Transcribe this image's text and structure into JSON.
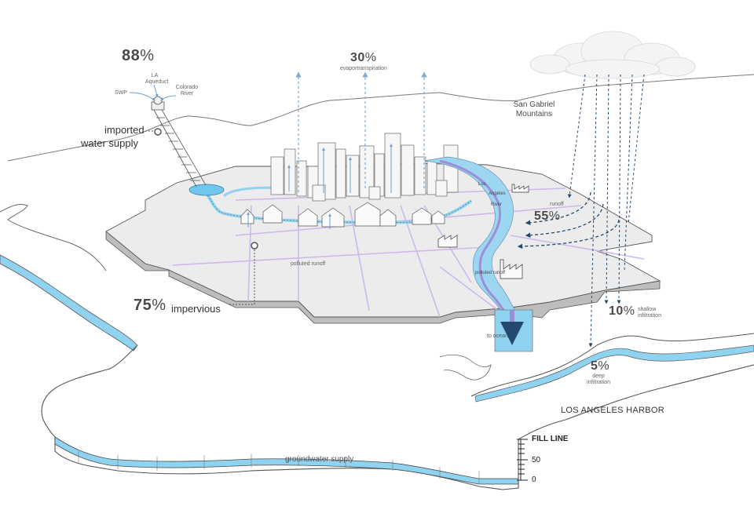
{
  "imported": {
    "percent": "88",
    "percent_sign": "%",
    "sources": [
      "SWP",
      "LA Aqueduct",
      "Colorado River"
    ],
    "label_line1": "imported",
    "label_line2": "water supply"
  },
  "evaporation": {
    "percent": "30",
    "percent_sign": "%",
    "label": "evaportranspiration"
  },
  "mountains": "San Gabriel Mountains",
  "river_labels": [
    "Los",
    "Angeles",
    "River"
  ],
  "runoff": {
    "label": "runoff",
    "percent": "55",
    "percent_sign": "%"
  },
  "polluted_runoff": "polluted runoff",
  "impervious": {
    "percent": "75",
    "percent_sign": "%",
    "label": "impervious"
  },
  "to_ocean": "to ocean",
  "shallow": {
    "percent": "10",
    "percent_sign": "%",
    "label": "shallow infiltration"
  },
  "deep": {
    "percent": "5",
    "percent_sign": "%",
    "label": "deep infiltration"
  },
  "harbor": "LOS ANGELES HARBOR",
  "groundwater": "groundwater supply",
  "gauge": {
    "fill_label": "FILL LINE",
    "mid_label": "50",
    "zero_label": "0"
  },
  "colors": {
    "water": "#8fd3f0",
    "water_dark": "#5bbbe6",
    "river_purple": "#9b8fd8",
    "street": "#c9b5e8",
    "platform_top": "#e9e9e9",
    "platform_side": "#bdbdbd",
    "outline": "#555555",
    "arrow_dark": "#234a6e",
    "arrow_light": "#7fa8cc"
  }
}
